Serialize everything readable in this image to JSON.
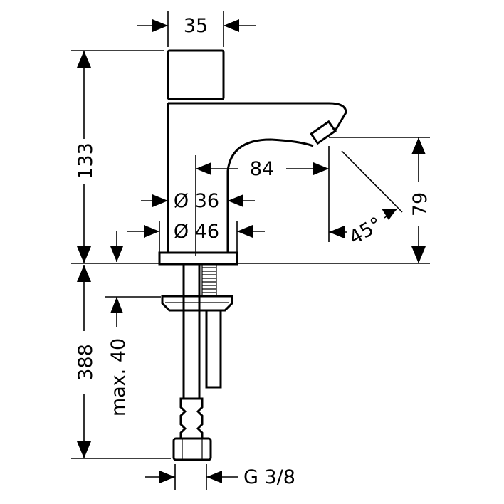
{
  "drawing": {
    "dimensions": {
      "top_width": "35",
      "height_above": "133",
      "spout_reach": "84",
      "diameter_small": "Ø 36",
      "diameter_large": "Ø 46",
      "spout_height": "79",
      "angle": "45°",
      "below_length": "388",
      "max_thickness": "max. 40",
      "thread": "G 3/8"
    }
  }
}
